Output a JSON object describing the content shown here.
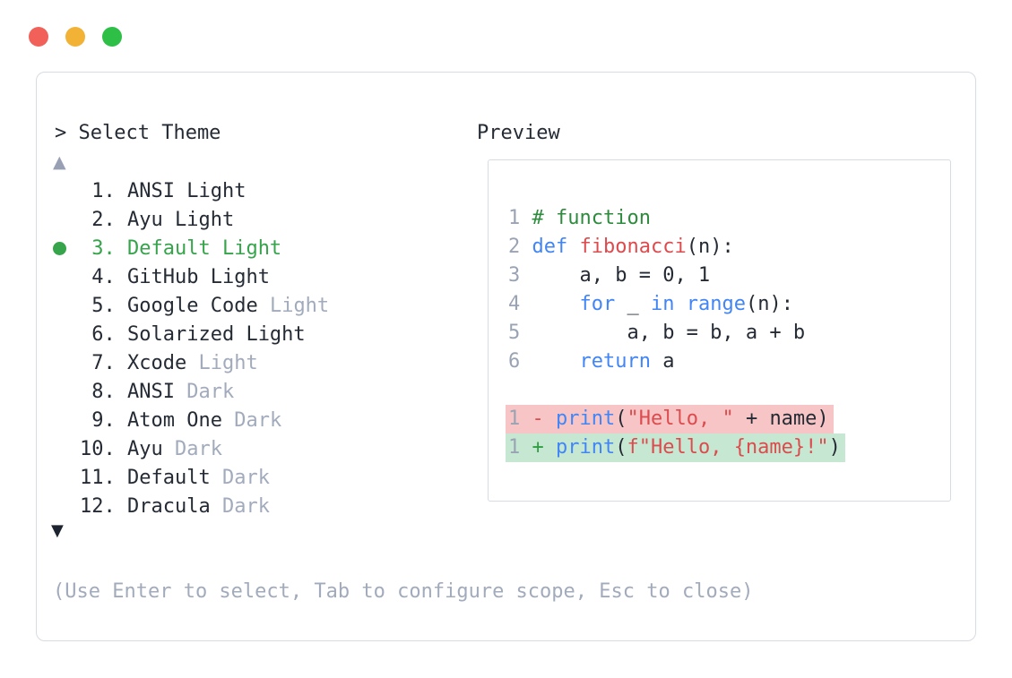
{
  "colors": {
    "traffic_red": "#f2605a",
    "traffic_yellow": "#f2b236",
    "traffic_green": "#2dbf46",
    "panel_border": "#d7dbe2",
    "plain": "#252b35",
    "muted": "#a2abbc",
    "line_number": "#9aa3b4",
    "selected_green": "#35a44b",
    "scroll_up": "#97a1b3",
    "scroll_down": "#1d2430",
    "code_blue": "#4285f4",
    "code_red": "#dc4b4e",
    "code_green": "#2e8b3e",
    "plus_green": "#2f9e44",
    "diff_del_bg": "#f7c5c5",
    "diff_add_bg": "#c6e8d2"
  },
  "dialog": {
    "prompt": "> Select Theme",
    "hint": "(Use Enter to select, Tab to configure scope, Esc to close)",
    "scroll_up_glyph": "▲",
    "scroll_down_glyph": "▼"
  },
  "themes": {
    "selected_number": 3,
    "items": [
      {
        "number": 1,
        "name": "ANSI Light",
        "muted_suffix": "",
        "selected": false
      },
      {
        "number": 2,
        "name": "Ayu Light",
        "muted_suffix": "",
        "selected": false
      },
      {
        "number": 3,
        "name": "Default Light",
        "muted_suffix": "",
        "selected": true
      },
      {
        "number": 4,
        "name": "GitHub Light",
        "muted_suffix": "",
        "selected": false
      },
      {
        "number": 5,
        "name": "Google Code",
        "muted_suffix": "Light",
        "selected": false
      },
      {
        "number": 6,
        "name": "Solarized Light",
        "muted_suffix": "",
        "selected": false
      },
      {
        "number": 7,
        "name": "Xcode",
        "muted_suffix": "Light",
        "selected": false
      },
      {
        "number": 8,
        "name": "ANSI",
        "muted_suffix": "Dark",
        "selected": false
      },
      {
        "number": 9,
        "name": "Atom One",
        "muted_suffix": "Dark",
        "selected": false
      },
      {
        "number": 10,
        "name": "Ayu",
        "muted_suffix": "Dark",
        "selected": false
      },
      {
        "number": 11,
        "name": "Default",
        "muted_suffix": "Dark",
        "selected": false
      },
      {
        "number": 12,
        "name": "Dracula",
        "muted_suffix": "Dark",
        "selected": false
      }
    ]
  },
  "preview": {
    "title": "Preview",
    "code_lines": [
      {
        "num": "1",
        "bg": "",
        "tokens": [
          {
            "t": "# function",
            "c": "com"
          }
        ]
      },
      {
        "num": "2",
        "bg": "",
        "tokens": [
          {
            "t": "def",
            "c": "kw"
          },
          {
            "t": " ",
            "c": "pl"
          },
          {
            "t": "fibonacci",
            "c": "fn"
          },
          {
            "t": "(n):",
            "c": "pl"
          }
        ]
      },
      {
        "num": "3",
        "bg": "",
        "tokens": [
          {
            "t": "    a, b = 0, 1",
            "c": "pl"
          }
        ]
      },
      {
        "num": "4",
        "bg": "",
        "tokens": [
          {
            "t": "    ",
            "c": "pl"
          },
          {
            "t": "for",
            "c": "kw"
          },
          {
            "t": " _ ",
            "c": "pl"
          },
          {
            "t": "in",
            "c": "kw"
          },
          {
            "t": " ",
            "c": "pl"
          },
          {
            "t": "range",
            "c": "kw"
          },
          {
            "t": "(n):",
            "c": "pl"
          }
        ]
      },
      {
        "num": "5",
        "bg": "",
        "tokens": [
          {
            "t": "        a, b = b, a + b",
            "c": "pl"
          }
        ]
      },
      {
        "num": "6",
        "bg": "",
        "tokens": [
          {
            "t": "    ",
            "c": "pl"
          },
          {
            "t": "return",
            "c": "kw"
          },
          {
            "t": " a",
            "c": "pl"
          }
        ]
      },
      {
        "num": "",
        "bg": "",
        "tokens": []
      },
      {
        "num": "1",
        "bg": "del",
        "tokens": [
          {
            "t": "-",
            "c": "minus"
          },
          {
            "t": " ",
            "c": "pl"
          },
          {
            "t": "print",
            "c": "kw"
          },
          {
            "t": "(",
            "c": "pl"
          },
          {
            "t": "\"Hello, \"",
            "c": "str"
          },
          {
            "t": " + name)",
            "c": "pl"
          }
        ]
      },
      {
        "num": "1",
        "bg": "add",
        "tokens": [
          {
            "t": "+",
            "c": "plus"
          },
          {
            "t": " ",
            "c": "pl"
          },
          {
            "t": "print",
            "c": "kw"
          },
          {
            "t": "(",
            "c": "pl"
          },
          {
            "t": "f\"Hello, {name}!\"",
            "c": "str"
          },
          {
            "t": ")",
            "c": "pl"
          }
        ]
      }
    ]
  }
}
